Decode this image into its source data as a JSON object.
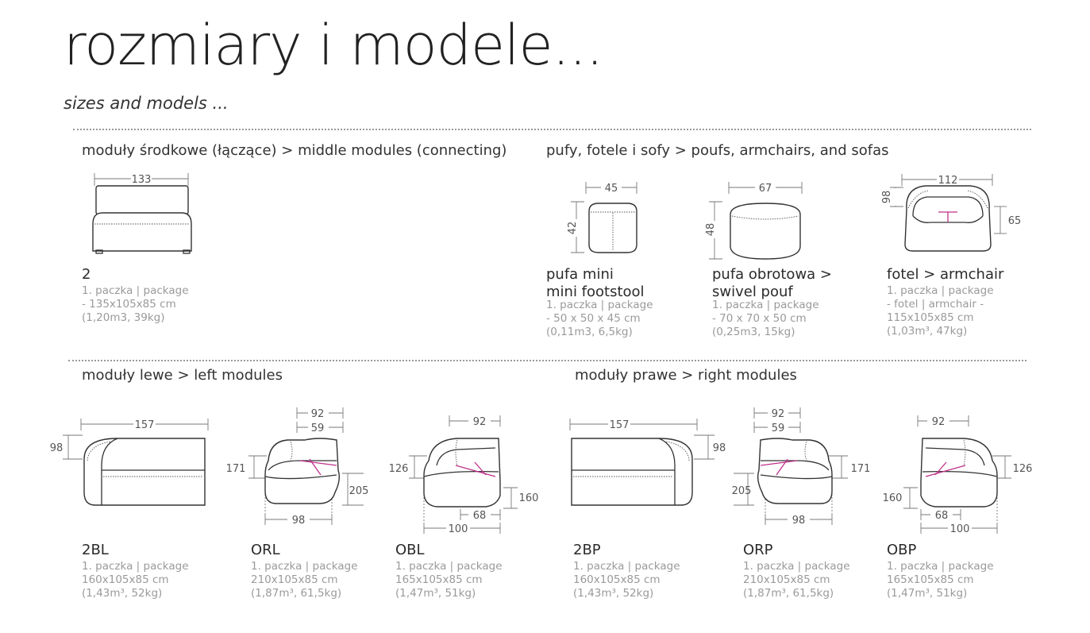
{
  "header": {
    "title": "rozmiary i modele...",
    "subtitle": "sizes and models ..."
  },
  "sections": {
    "middle": "moduły środkowe (łączące) > middle modules (connecting)",
    "poufs": "pufy, fotele i sofy > poufs, armchairs, and sofas",
    "left": "moduły lewe > left modules",
    "right": "moduły prawe > right modules"
  },
  "models": {
    "m2": {
      "name": "2",
      "lines": [
        "1. paczka | package",
        "- 135x105x85 cm",
        "(1,20m3, 39kg)"
      ],
      "dims": {
        "w": "133"
      }
    },
    "pufa_mini": {
      "name1": "pufa mini",
      "name2": "mini footstool",
      "lines": [
        "1. paczka | package",
        "- 50 x 50 x 45 cm",
        "(0,11m3, 6,5kg)"
      ],
      "dims": {
        "w": "45",
        "h": "42"
      }
    },
    "pufa_obrotowa": {
      "name1": "pufa obrotowa >",
      "name2": "swivel pouf",
      "lines": [
        "1. paczka | package",
        "- 70 x 70 x 50 cm",
        "(0,25m3, 15kg)"
      ],
      "dims": {
        "w": "67",
        "h": "48"
      }
    },
    "fotel": {
      "name": "fotel > armchair",
      "lines": [
        "1. paczka | package",
        "- fotel | armchair -",
        "115x105x85 cm",
        "(1,03m³, 47kg)"
      ],
      "dims": {
        "w": "112",
        "h1": "98",
        "h2": "65"
      }
    },
    "m2bl": {
      "name": "2BL",
      "lines": [
        "1. paczka | package",
        "160x105x85 cm",
        "(1,43m³, 52kg)"
      ],
      "dims": {
        "w": "157",
        "h": "98"
      }
    },
    "orl": {
      "name": "ORL",
      "lines": [
        "1. paczka | package",
        "210x105x85 cm",
        "(1,87m³, 61,5kg)"
      ],
      "dims": {
        "a": "92",
        "b": "59",
        "c": "171",
        "d": "205",
        "e": "98"
      }
    },
    "obl": {
      "name": "OBL",
      "lines": [
        "1. paczka | package",
        "165x105x85 cm",
        "(1,47m³, 51kg)"
      ],
      "dims": {
        "a": "92",
        "b": "126",
        "c": "160",
        "d": "68",
        "e": "100"
      }
    },
    "m2bp": {
      "name": "2BP",
      "lines": [
        "1. paczka | package",
        "160x105x85 cm",
        "(1,43m³, 52kg)"
      ],
      "dims": {
        "w": "157",
        "h": "98"
      }
    },
    "orp": {
      "name": "ORP",
      "lines": [
        "1. paczka | package",
        "210x105x85 cm",
        "(1,87m³, 61,5kg)"
      ],
      "dims": {
        "a": "92",
        "b": "59",
        "c": "171",
        "d": "205",
        "e": "98"
      }
    },
    "obp": {
      "name": "OBP",
      "lines": [
        "1. paczka | package",
        "165x105x85 cm",
        "(1,47m³, 51kg)"
      ],
      "dims": {
        "a": "92",
        "b": "126",
        "c": "160",
        "d": "68",
        "e": "100"
      }
    }
  },
  "colors": {
    "accent_seam": "#c0308a",
    "text_muted": "#9a9a9a",
    "divider": "#9a9a9a"
  }
}
